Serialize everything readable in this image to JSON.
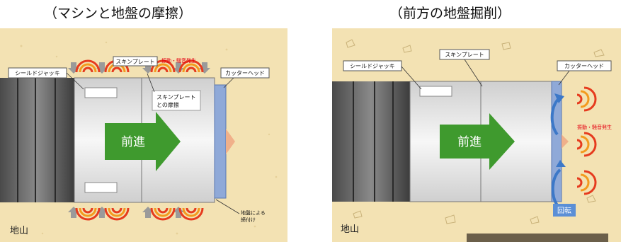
{
  "titles": {
    "left": "（マシンと地盤の摩擦）",
    "right": "（前方の地盤掘削）"
  },
  "left_panel": {
    "shield_jack": "シールドジャッキ",
    "skin_plate": "スキンプレート",
    "vibration_noise": "振動・騒音発生",
    "cutter_head": "カッターヘッド",
    "friction_line1": "スキンプレート",
    "friction_line2": "との摩擦",
    "forward": "前進",
    "tightening_line1": "地盤による",
    "tightening_line2": "締付け",
    "ground": "地山"
  },
  "right_panel": {
    "shield_jack": "シールドジャッキ",
    "skin_plate": "スキンプレート",
    "cutter_head": "カッターヘッド",
    "vibration_noise": "振動・騒音発生",
    "forward": "前進",
    "rotation": "回転",
    "ground": "地山"
  },
  "colors": {
    "ground": "#f3e2b3",
    "ground_edge": "#e8cf8f",
    "arrow_green": "#3f9a2e",
    "cutter_blue": "#8fa9d8",
    "wave_red": "#e63b1e",
    "wave_orange": "#f39a1e",
    "push_arrow": "#9a9a9a",
    "rotation_blue": "#3c78c8",
    "red_text": "#e60012"
  },
  "icons": {
    "vibration": "vibration-wave-icon",
    "thrust": "thrust-arrow-icon",
    "rotation": "rotation-arrow-icon",
    "forward": "forward-arrow-icon"
  }
}
